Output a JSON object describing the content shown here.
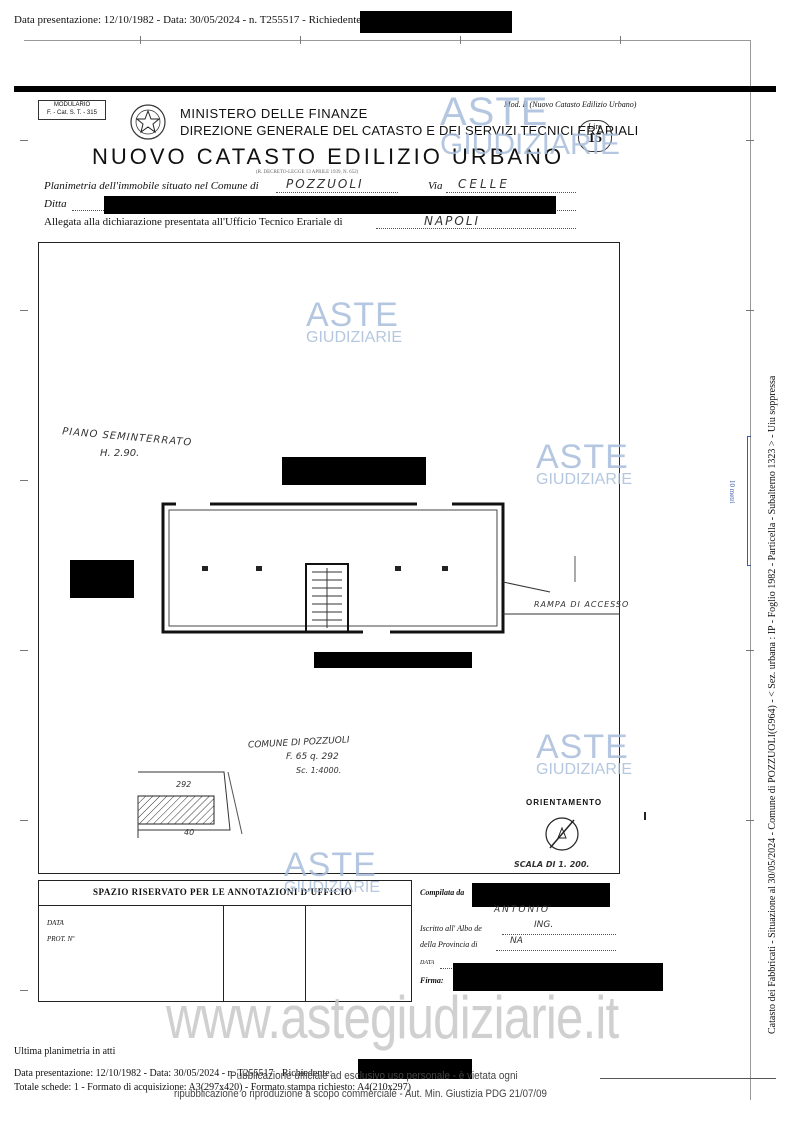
{
  "header": {
    "top_line": "Data presentazione: 12/10/1982 - Data: 30/05/2024 - n. T255517 - Richiedente:"
  },
  "form": {
    "modulario_line1": "MODULARIO",
    "modulario_line2": "F. - Cat. S. T. - 315",
    "ministry": "MINISTERO DELLE FINANZE",
    "direction": "DIREZIONE GENERALE DEL CATASTO E DEI SERVIZI TECNICI ERARIALI",
    "title": "NUOVO CATASTO EDILIZIO URBANO",
    "decree": "(R. DECRETO-LEGGE 13 APRILE 1939, N. 652)",
    "model": "Mod. B (Nuovo Catasto Edilizio Urbano)",
    "stamp_lire": "Lire",
    "stamp_value": "15",
    "planimetria_label": "Planimetria dell'immobile situato nel Comune di",
    "comune_value": "POZZUOLI",
    "via_label": "Via",
    "via_value": "CELLE",
    "ditta_label": "Ditta",
    "allegata_label": "Allegata alla dichiarazione presentata all'Ufficio Tecnico Erariale di",
    "ufficio_value": "NAPOLI"
  },
  "plan": {
    "floor_label": "PIANO SEMINTERRATO",
    "height_label": "H. 2.90.",
    "ramp_label": "RAMPA DI ACCESSO",
    "comune_note_line1": "COMUNE DI POZZUOLI",
    "comune_note_line2": "F. 65 q. 292",
    "comune_note_line3": "Sc. 1:4000.",
    "parcel_number": "292",
    "parcel_side": "40",
    "orientation_label": "ORIENTAMENTO",
    "scale_label": "SCALA DI 1. 200."
  },
  "annotations": {
    "title": "SPAZIO RISERVATO PER LE ANNOTAZIONI D'UFFICIO",
    "data_label": "DATA",
    "prot_label": "PROT. Nº"
  },
  "compilata": {
    "compilata_label": "Compilata da",
    "compilata_value": "ANTONIO",
    "iscritto_label": "Iscritto all' Albo de",
    "iscritto_value": "ING.",
    "provincia_label": "della Provincia di",
    "provincia_value": "NA",
    "data_label": "DATA",
    "firma_label": "Firma:"
  },
  "side_text": {
    "vertical_main": "Catasto dei Fabbricati - Situazione al 30/05/2024 - Comune di POZZUOLI(G964) - < Sez. urbana : IP - Foglio 1982 - Particella - Subalterno 1323 > - Uiu soppressa",
    "vertical_box": "10 metri"
  },
  "footer": {
    "ultima": "Ultima planimetria in atti",
    "data_line": "Data presentazione: 12/10/1982 - Data: 30/05/2024 - n. T255517 - Richiedente:",
    "totale_line": "Totale schede: 1 - Formato di acquisizione: A3(297x420) - Formato stampa richiesto: A4(210x297)",
    "notice_line1": "Pubblicazione ufficiale ad esclusivo uso personale - è vietata ogni",
    "notice_line2": "ripubblicazione o riproduzione a scopo commerciale - Aut. Min. Giustizia PDG 21/07/09"
  },
  "watermark": {
    "aste": "ASTE",
    "giudiziarie": "GIUDIZIARIE",
    "url": "www.astegiudiziarie.it"
  },
  "colors": {
    "watermark": "#a9bedb",
    "bracket_blue": "#3b5aa8"
  }
}
